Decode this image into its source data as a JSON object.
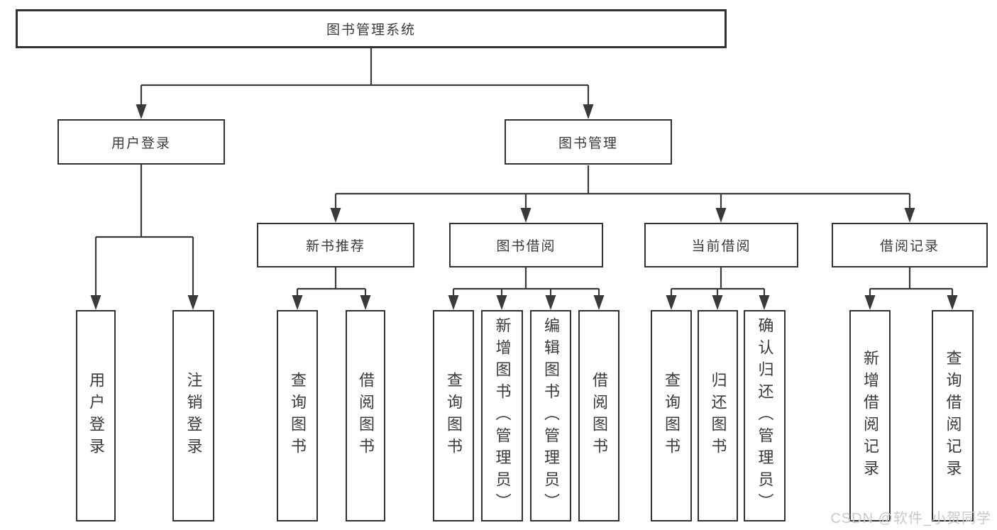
{
  "root": {
    "label": "图书管理系统"
  },
  "level2": {
    "user_login": {
      "label": "用户登录"
    },
    "book_mgmt": {
      "label": "图书管理"
    }
  },
  "level3": {
    "new_books": {
      "label": "新书推荐"
    },
    "book_borrow": {
      "label": "图书借阅"
    },
    "current_borrow": {
      "label": "当前借阅"
    },
    "borrow_records": {
      "label": "借阅记录"
    }
  },
  "leaves": {
    "user_login": [
      "用户登录",
      "注销登录"
    ],
    "new_books": [
      "查询图书",
      "借阅图书"
    ],
    "book_borrow": [
      "查询图书",
      "新增图书（管理员）",
      "编辑图书（管理员）",
      "借阅图书"
    ],
    "current_borrow": [
      "查询图书",
      "归还图书",
      "确认归还（管理员）"
    ],
    "borrow_records": [
      "新增借阅记录",
      "查询借阅记录"
    ]
  },
  "watermark": {
    "text": "CSDN @软件_小贺同学"
  },
  "colors": {
    "line": "#3a3a3a",
    "text": "#3a3a3a",
    "box_background": "#ffffff",
    "watermark": "#c9c9c9",
    "background": "#ffffff"
  }
}
